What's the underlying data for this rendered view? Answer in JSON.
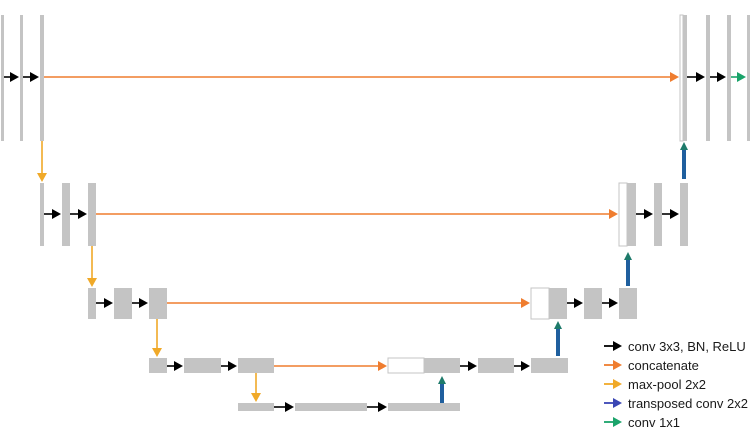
{
  "colors": {
    "block": "#c4c4c4",
    "block_stroke": "#c4c4c4",
    "copy_block": "#ffffff",
    "conv": "#000000",
    "concat": "#ef7d2f",
    "maxpool": "#f0a928",
    "upconv": "#3a46b4",
    "upconv_shaft": "#1f5f9e",
    "upconv_head": "#1d7a6a",
    "conv1x1": "#1aa36a"
  },
  "legend": [
    {
      "key": "conv",
      "label": "conv 3x3, BN, ReLU"
    },
    {
      "key": "concat",
      "label": "concatenate"
    },
    {
      "key": "maxpool",
      "label": "max-pool 2x2"
    },
    {
      "key": "upconv",
      "label": "transposed conv 2x2"
    },
    {
      "key": "conv1x1",
      "label": "conv 1x1"
    }
  ],
  "icons": {
    "conv": "arrow-right-black-icon",
    "concat": "arrow-right-orange-icon",
    "maxpool": "arrow-down-yellow-icon",
    "upconv": "arrow-up-blue-icon",
    "conv1x1": "arrow-right-green-icon"
  }
}
